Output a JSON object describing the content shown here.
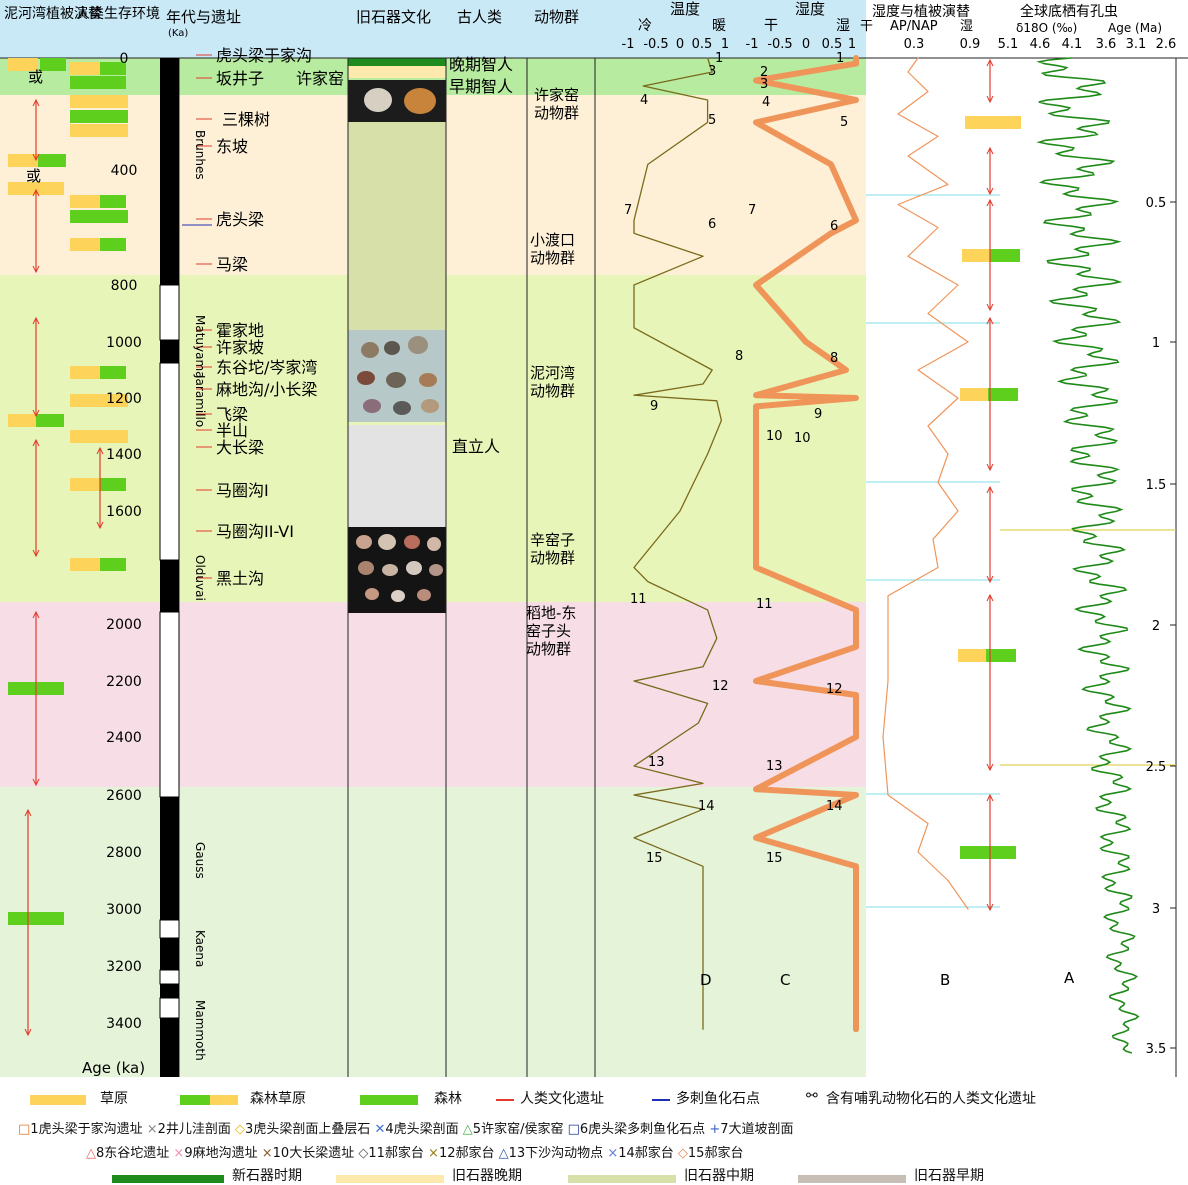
{
  "header": {
    "col_niheawan": "泥河湾植被演替",
    "col_human_env": "人类生存环境",
    "col_age": "年代与遗址",
    "col_age_unit": "(Ka)",
    "col_paleolithic": "旧石器文化",
    "col_hominin": "古人类",
    "col_fauna": "动物群",
    "temp_title": "温度",
    "temp_cold": "冷",
    "temp_warm": "暖",
    "hum_title": "湿度",
    "hum_dry": "干",
    "hum_wet": "湿",
    "humveg_title": "湿度与植被演替",
    "humveg_dry": "干",
    "humveg_wet": "湿",
    "ap_label": "AP/NAP",
    "benthic_title": "全球底栖有孔虫",
    "d18o_label": "δ18O (‰)",
    "age_ma_label": "Age (Ma)"
  },
  "colors": {
    "header_bg": "#c9e9f7",
    "grass": "#fdd35a",
    "forest": "#5fcf1e",
    "late_pal_band": "#fdf0d6",
    "mid_pal_band": "#e8f5b8",
    "early_pink": "#f6dde6",
    "pliocene_green": "#e5f3d9",
    "holocene_green": "#b6eba0",
    "orange_curve": "#f0955a",
    "olive_curve": "#7a6a1b",
    "benthic_green": "#1e8a18",
    "site_red": "#e23b2b",
    "fish_blue": "#1f2fb5"
  },
  "age_axis": {
    "label": "Age (ka)",
    "ticks": [
      "0",
      "400",
      "800",
      "1000",
      "1200",
      "1400",
      "1600",
      "2000",
      "2200",
      "2400",
      "2600",
      "2800",
      "3000",
      "3200",
      "3400"
    ],
    "magnetic": [
      "Brunhes",
      "Matuyama",
      "Jaramillo",
      "Olduvai",
      "Gauss",
      "Kaena",
      "Mammoth"
    ]
  },
  "or_label": "或",
  "sites": [
    {
      "name": "虎头梁于家沟",
      "age": 15
    },
    {
      "name": "坂井子",
      "age": 50
    },
    {
      "name": "许家窑",
      "age": 50
    },
    {
      "name": "三棵树",
      "age": 230
    },
    {
      "name": "东坡",
      "age": 330
    },
    {
      "name": "虎头梁",
      "age": 575
    },
    {
      "name": "马梁",
      "age": 760
    },
    {
      "name": "霍家地",
      "age": 1000
    },
    {
      "name": "许家坡",
      "age": 1050
    },
    {
      "name": "东谷坨/岑家湾",
      "age": 1110
    },
    {
      "name": "麻地沟/小长梁",
      "age": 1190
    },
    {
      "name": "飞梁",
      "age": 1270
    },
    {
      "name": "半山",
      "age": 1320
    },
    {
      "name": "大长梁",
      "age": 1360
    },
    {
      "name": "马圈沟I",
      "age": 1555
    },
    {
      "name": "马圈沟II-VI",
      "age": 1660
    },
    {
      "name": "黑土沟",
      "age": 1780
    }
  ],
  "hominins": [
    "晚期智人",
    "早期智人",
    "直立人"
  ],
  "faunas": [
    "许家窑动物群",
    "小渡口动物群",
    "泥河湾动物群",
    "辛窑子动物群",
    "稻地-东窑子头动物群"
  ],
  "temp_axis": [
    "-1",
    "-0.5",
    "0",
    "0.5",
    "1"
  ],
  "hum_axis": [
    "-1",
    "-0.5",
    "0",
    "0.5",
    "1"
  ],
  "ap_axis": [
    "0.3",
    "0.9"
  ],
  "d18o_axis": [
    "5.1",
    "4.6",
    "4.1",
    "3.6",
    "3.1",
    "2.6"
  ],
  "ma_ticks": [
    "0.5",
    "1",
    "1.5",
    "2",
    "2.5",
    "3",
    "3.5"
  ],
  "panel_letters": [
    "D",
    "C",
    "B",
    "A"
  ],
  "chart_data": {
    "type": "line",
    "ylabel": "Age (ka)",
    "ylim": [
      0,
      3500
    ],
    "series": [
      {
        "name": "温度",
        "points": [
          [
            0,
            0.6
          ],
          [
            50,
            0.7
          ],
          [
            100,
            -0.8
          ],
          [
            150,
            0.6
          ],
          [
            230,
            0.6
          ],
          [
            380,
            -0.7
          ],
          [
            575,
            -1
          ],
          [
            620,
            -1
          ],
          [
            700,
            0.5
          ],
          [
            800,
            -1
          ],
          [
            950,
            -1
          ],
          [
            1100,
            0.7
          ],
          [
            1150,
            0.5
          ],
          [
            1190,
            -1
          ],
          [
            1210,
            0.8
          ],
          [
            1280,
            0.9
          ],
          [
            1400,
            0.6
          ],
          [
            1600,
            0
          ],
          [
            1800,
            -1
          ],
          [
            1850,
            -0.7
          ],
          [
            1950,
            0.6
          ],
          [
            2050,
            0.8
          ],
          [
            2150,
            0.5
          ],
          [
            2200,
            -1
          ],
          [
            2280,
            0.6
          ],
          [
            2350,
            0.4
          ],
          [
            2500,
            -1
          ],
          [
            2560,
            0.5
          ],
          [
            2600,
            -1
          ],
          [
            2650,
            0.5
          ],
          [
            2750,
            -1
          ],
          [
            2850,
            0.5
          ],
          [
            3000,
            0.5
          ],
          [
            3420,
            0.5
          ]
        ]
      },
      {
        "name": "湿度",
        "points": [
          [
            0,
            1
          ],
          [
            20,
            1
          ],
          [
            80,
            -1
          ],
          [
            150,
            1
          ],
          [
            230,
            -1
          ],
          [
            380,
            0.5
          ],
          [
            575,
            1
          ],
          [
            620,
            0.5
          ],
          [
            800,
            -1
          ],
          [
            1000,
            0
          ],
          [
            1100,
            0.8
          ],
          [
            1190,
            -1
          ],
          [
            1200,
            1
          ],
          [
            1230,
            -1
          ],
          [
            1400,
            -1
          ],
          [
            1600,
            -1
          ],
          [
            1800,
            -1
          ],
          [
            1950,
            1
          ],
          [
            2080,
            1
          ],
          [
            2200,
            -1
          ],
          [
            2250,
            1
          ],
          [
            2400,
            1
          ],
          [
            2580,
            -1
          ],
          [
            2600,
            1
          ],
          [
            2750,
            -1
          ],
          [
            2850,
            1
          ],
          [
            3000,
            1
          ],
          [
            3420,
            1
          ]
        ]
      },
      {
        "name": "AP/NAP",
        "points": [
          [
            0,
            0.4
          ],
          [
            50,
            0.3
          ],
          [
            120,
            0.5
          ],
          [
            200,
            0.2
          ],
          [
            280,
            0.6
          ],
          [
            350,
            0.3
          ],
          [
            450,
            0.7
          ],
          [
            520,
            0.2
          ],
          [
            600,
            0.6
          ],
          [
            700,
            0.3
          ],
          [
            800,
            0.8
          ],
          [
            900,
            0.5
          ],
          [
            1000,
            0.9
          ],
          [
            1100,
            0.4
          ],
          [
            1200,
            0.8
          ],
          [
            1300,
            0.5
          ],
          [
            1400,
            0.7
          ],
          [
            1500,
            0.6
          ],
          [
            1600,
            0.8
          ],
          [
            1700,
            0.55
          ],
          [
            1800,
            0.6
          ],
          [
            1900,
            0.1
          ],
          [
            2200,
            0.1
          ],
          [
            2400,
            0.05
          ],
          [
            2600,
            0.1
          ],
          [
            2700,
            0.5
          ],
          [
            2800,
            0.4
          ],
          [
            2900,
            0.7
          ],
          [
            3000,
            0.9
          ]
        ]
      },
      {
        "name": "δ18O (‰)",
        "x_range": [
          5.1,
          2.6
        ],
        "y_range_ma": [
          0,
          3.5
        ]
      }
    ]
  },
  "legend": {
    "grass": "草原",
    "forest_grass": "森林草原",
    "forest": "森林",
    "human_site": "人类文化遗址",
    "fish_site": "多刺鱼化石点",
    "mammal_site": "含有哺乳动物化石的人类文化遗址",
    "row2": [
      "1虎头梁于家沟遗址",
      "2井儿洼剖面",
      "3虎头梁剖面上叠层石",
      "4虎头梁剖面",
      "5许家窑/侯家窑",
      "6虎头梁多刺鱼化石点",
      "7大道坡剖面"
    ],
    "row3": [
      "8东谷坨遗址",
      "9麻地沟遗址",
      "10大长梁遗址",
      "11郝家台",
      "12郝家台",
      "13下沙沟动物点",
      "14郝家台",
      "15郝家台"
    ],
    "neolithic": "新石器时期",
    "late_pal": "旧石器晚期",
    "mid_pal": "旧石器中期",
    "early_pal": "旧石器早期"
  }
}
